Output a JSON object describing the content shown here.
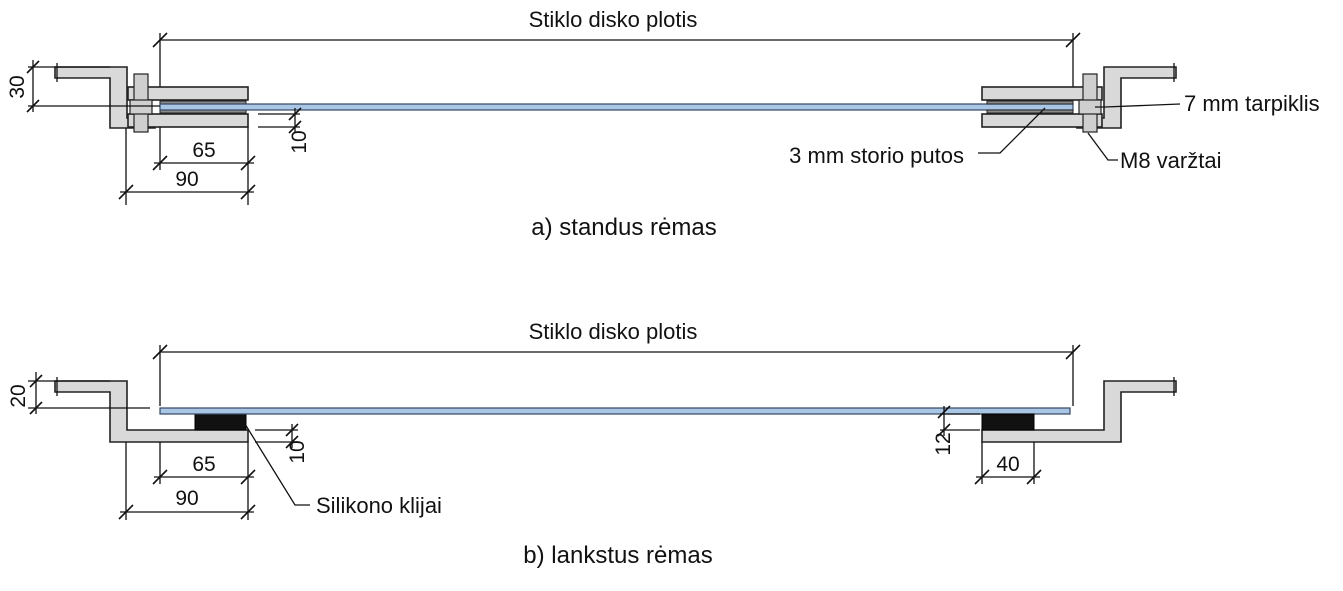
{
  "panel_a": {
    "width_label": "Stiklo disko plotis",
    "caption": "a) standus rėmas",
    "dim_30": "30",
    "dim_10": "10",
    "dim_65": "65",
    "dim_90": "90",
    "spacer_label": "7 mm tarpiklis",
    "foam_label": "3 mm storio putos",
    "bolts_label": "M8 varžtai"
  },
  "panel_b": {
    "width_label": "Stiklo disko plotis",
    "caption": "b) lankstus rėmas",
    "dim_20": "20",
    "dim_10": "10",
    "dim_12": "12",
    "dim_65": "65",
    "dim_90": "90",
    "dim_40": "40",
    "silicone_label": "Silikono klijai"
  },
  "colors": {
    "glass": "#a9c6e6",
    "frame": "#d9d9d9",
    "silicone": "#111111"
  }
}
